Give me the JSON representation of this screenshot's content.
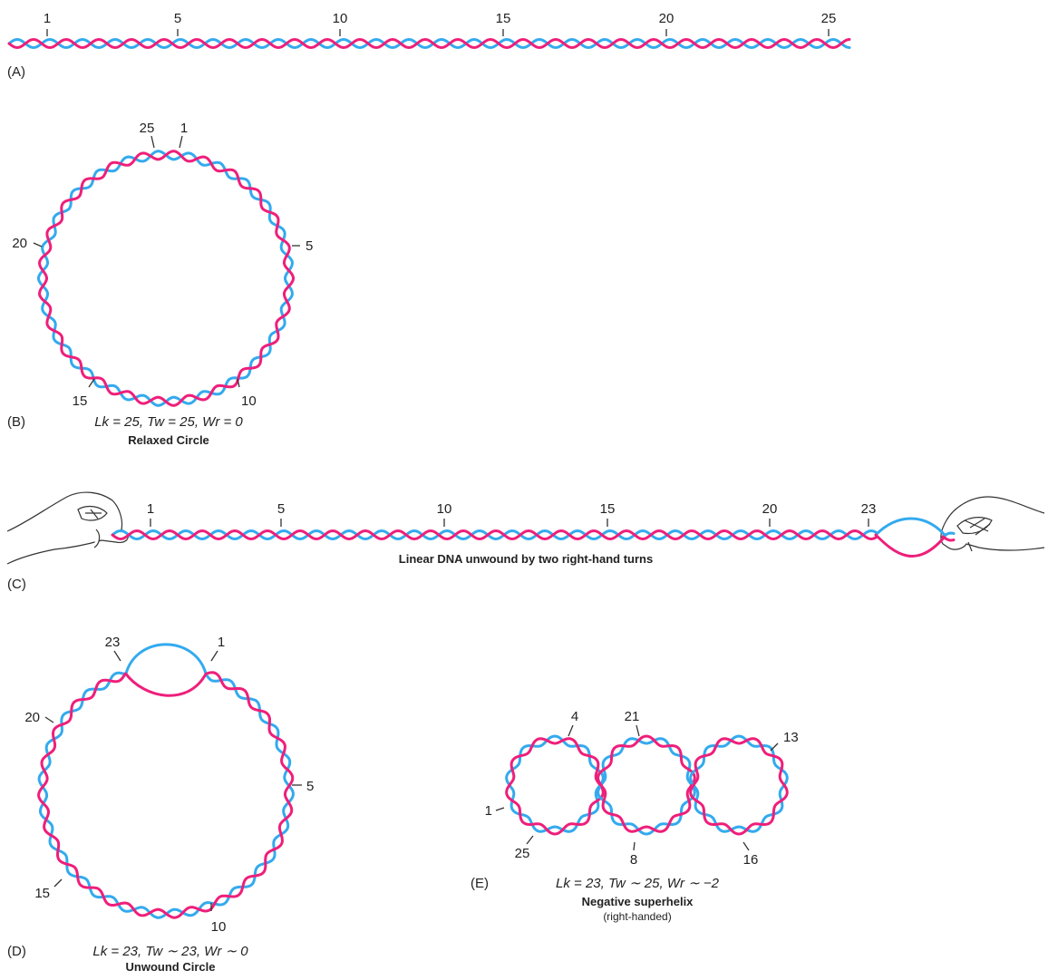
{
  "colors": {
    "strand_a": "#ee1f7a",
    "strand_b": "#33aaee",
    "text": "#222222",
    "outline": "#333333"
  },
  "panels": {
    "A": {
      "label": "(A)",
      "ticks": [
        "1",
        "5",
        "10",
        "15",
        "20",
        "25"
      ]
    },
    "B": {
      "label": "(B)",
      "ticks": [
        "25",
        "1",
        "5",
        "10",
        "15",
        "20"
      ],
      "formula": "Lk = 25, Tw = 25, Wr = 0",
      "caption": "Relaxed Circle"
    },
    "C": {
      "label": "(C)",
      "ticks": [
        "1",
        "5",
        "10",
        "15",
        "20",
        "23"
      ],
      "caption": "Linear DNA unwound by two right-hand turns",
      "icons": [
        "left-hand-icon",
        "right-hand-icon"
      ]
    },
    "D": {
      "label": "(D)",
      "ticks": [
        "23",
        "1",
        "5",
        "10",
        "15",
        "20"
      ],
      "formula": "Lk = 23, Tw ∼ 23, Wr ∼ 0",
      "caption": "Unwound Circle"
    },
    "E": {
      "label": "(E)",
      "ticks": [
        "4",
        "21",
        "13",
        "1",
        "25",
        "8",
        "16"
      ],
      "formula": "Lk = 23, Tw ∼ 25, Wr ∼ −2",
      "caption": "Negative superhelix",
      "subcaption": "(right-handed)"
    }
  }
}
